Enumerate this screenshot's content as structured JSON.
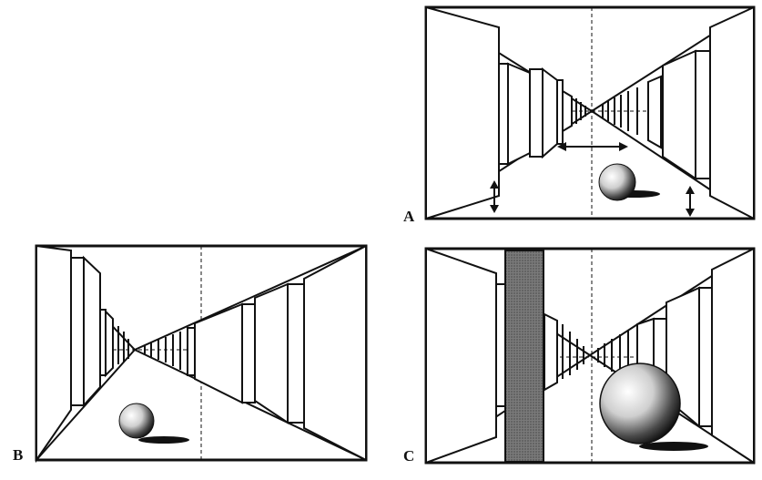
{
  "panels": [
    {
      "id": "A",
      "label": "A"
    },
    {
      "id": "B",
      "label": "B"
    },
    {
      "id": "C",
      "label": "C"
    }
  ],
  "colors": {
    "ink": "#111111",
    "background": "#ffffff",
    "pillar_fill": "#6b6b6b"
  },
  "icons": [
    "horizontal-double-arrow-icon",
    "vertical-double-arrow-icon",
    "sphere-icon",
    "pillar-icon"
  ]
}
